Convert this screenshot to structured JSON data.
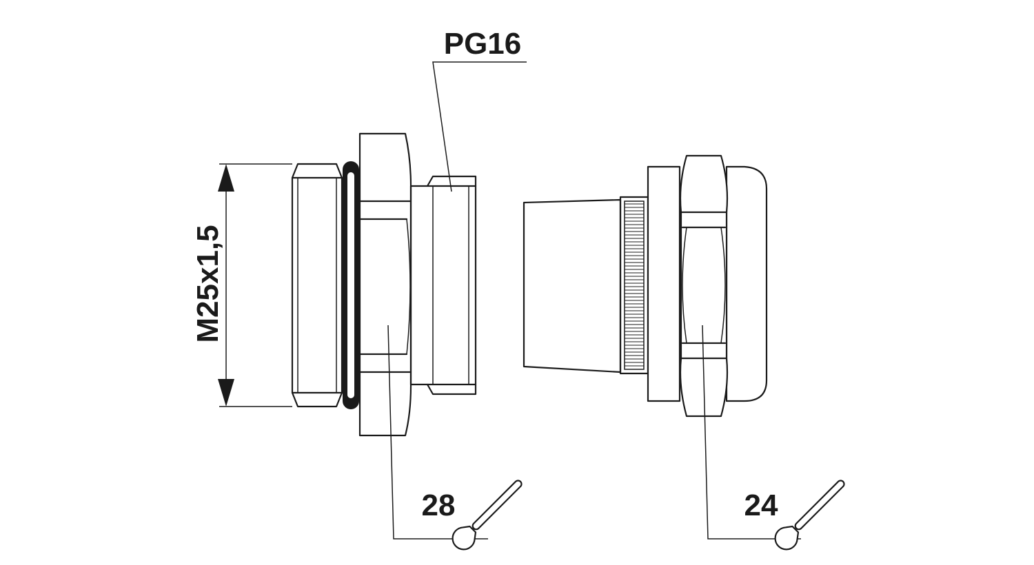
{
  "labels": {
    "thread_top": "PG16",
    "thread_side": "M25x1,5",
    "wrench_left": "28",
    "wrench_right": "24"
  },
  "icons": {
    "wrench": "open-end-wrench-icon"
  },
  "colors": {
    "line": "#1a1a1a",
    "background": "#ffffff"
  }
}
